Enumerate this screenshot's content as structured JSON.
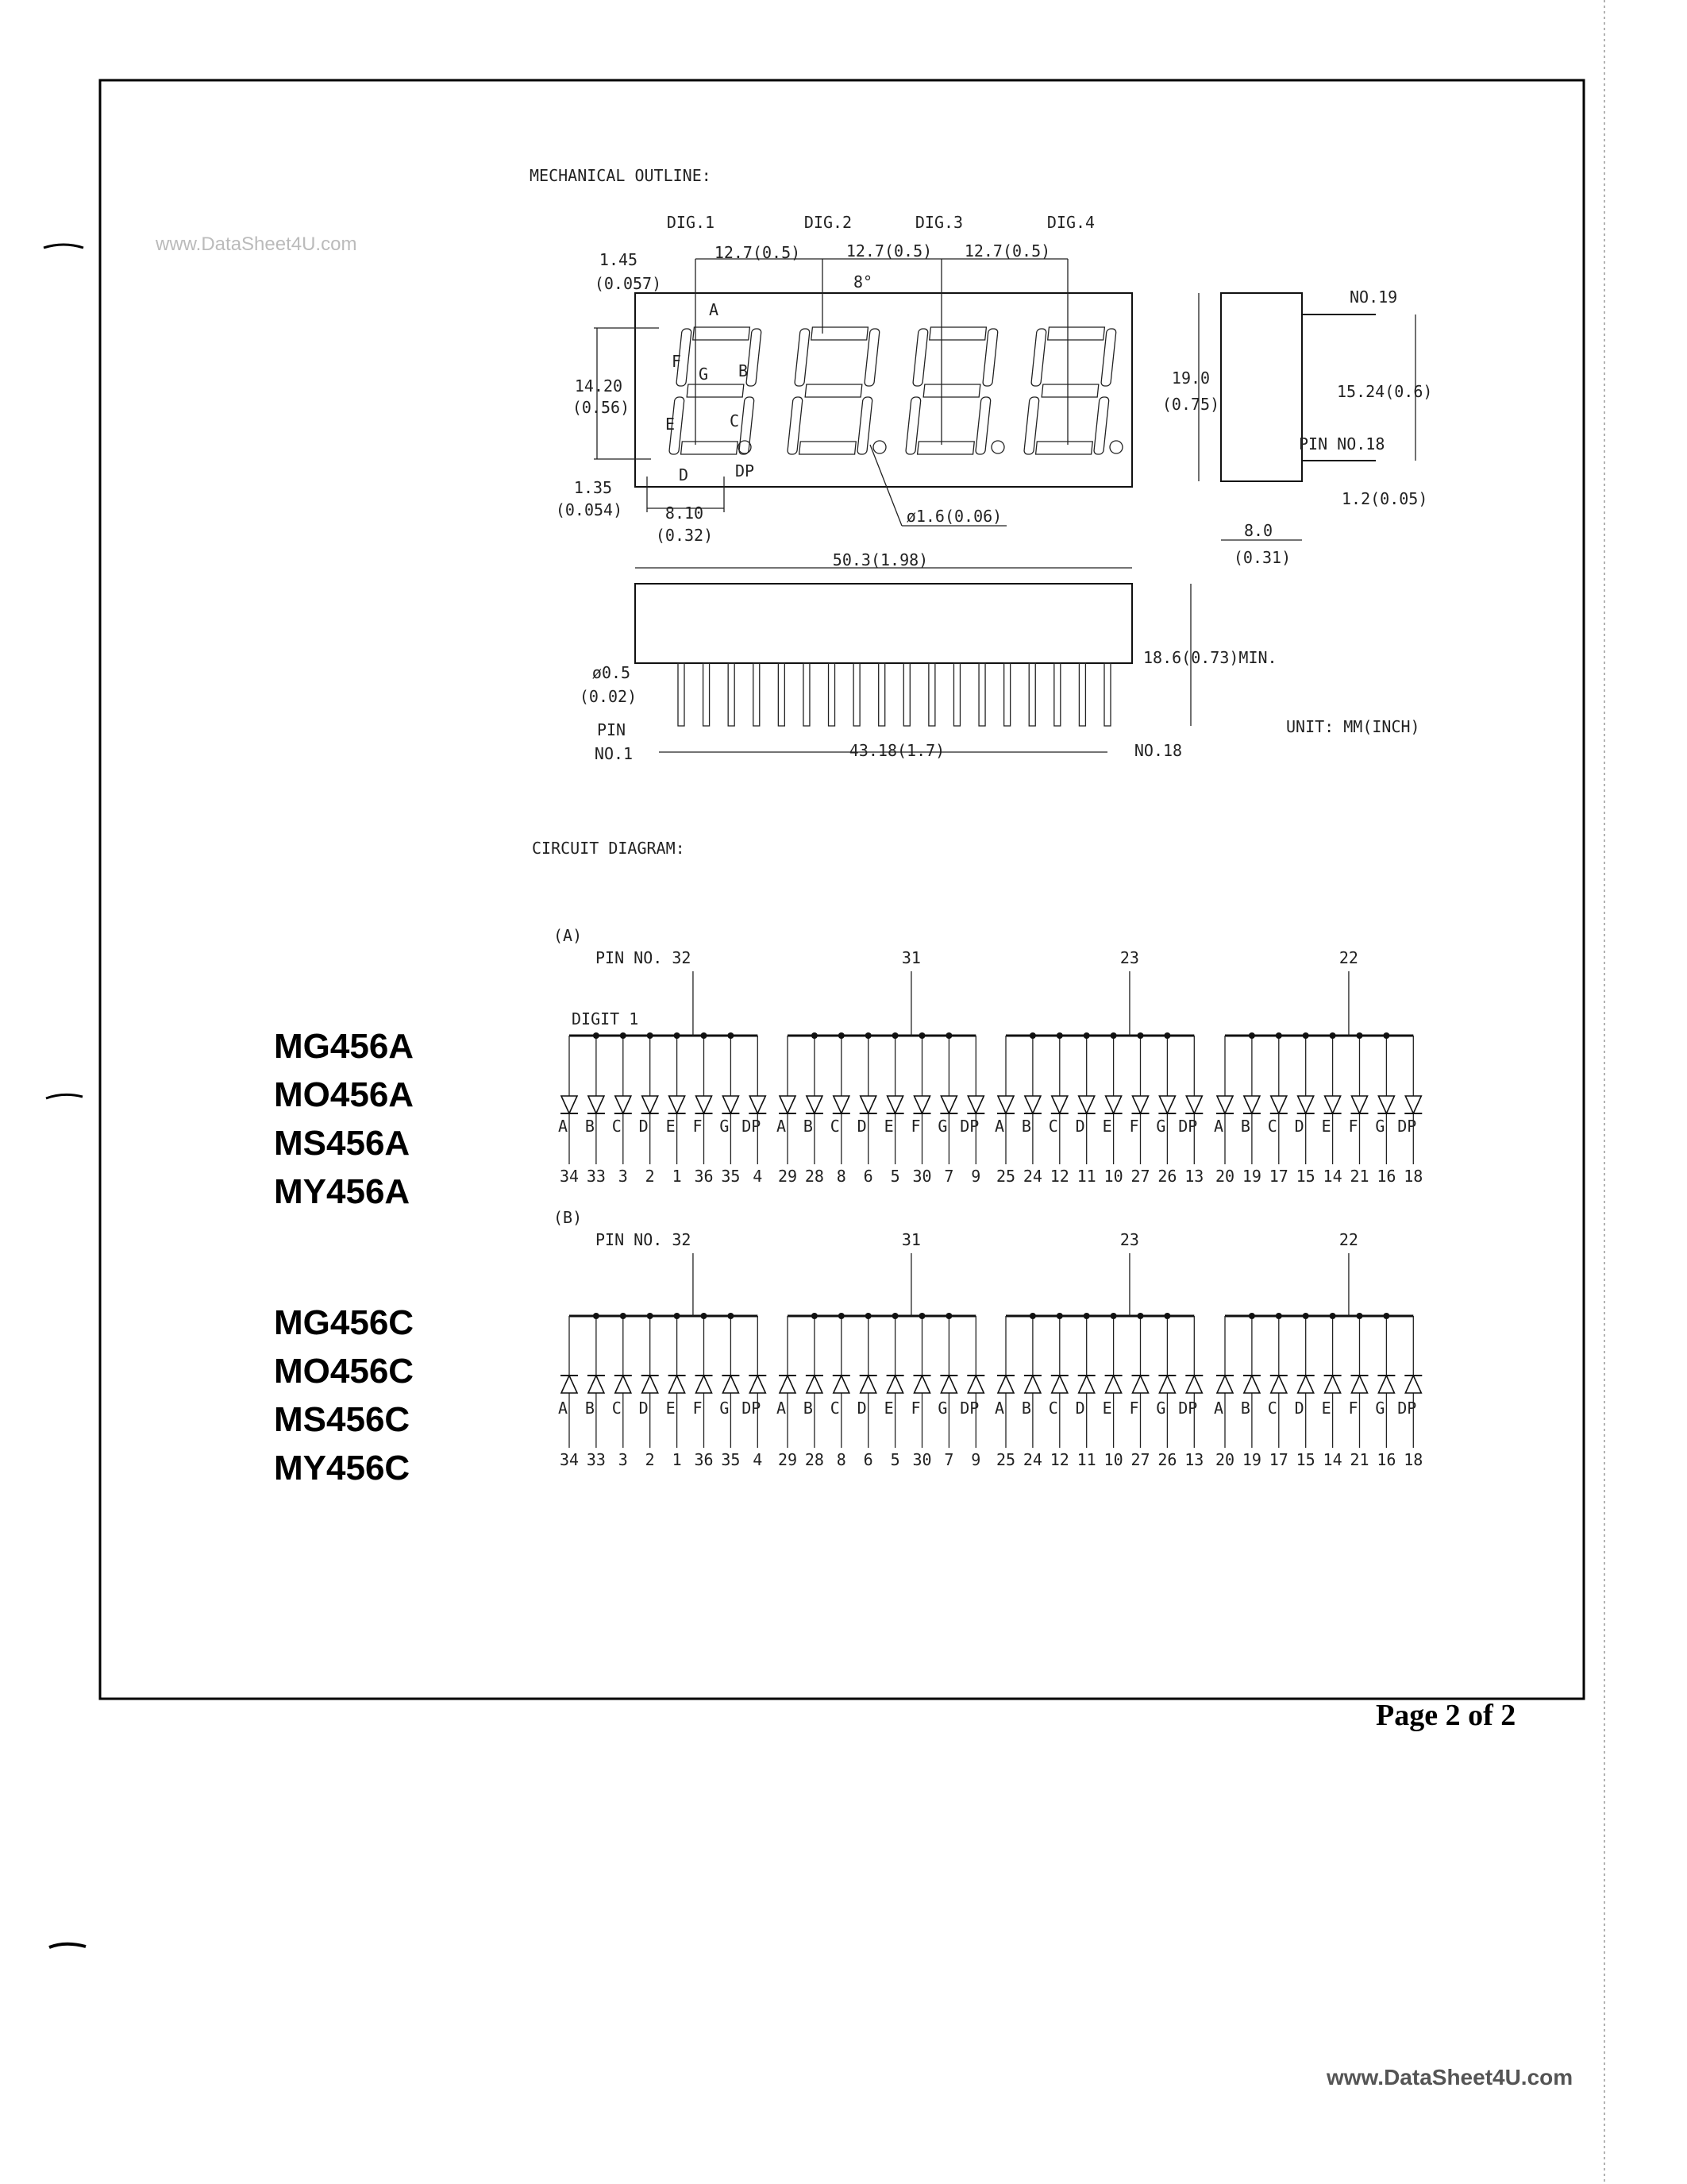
{
  "watermark_top": "www.DataSheet4U.com",
  "watermark_bottom": "www.DataSheet4U.com",
  "page_label": "Page 2 of 2",
  "models_a": [
    "MG456A",
    "MO456A",
    "MS456A",
    "MY456A"
  ],
  "models_c": [
    "MG456C",
    "MO456C",
    "MS456C",
    "MY456C"
  ],
  "mechanical": {
    "title": "MECHANICAL OUTLINE:",
    "digits": [
      "DIG.1",
      "DIG.2",
      "DIG.3",
      "DIG.4"
    ],
    "pitch": [
      "12.7(0.5)",
      "12.7(0.5)",
      "12.7(0.5)"
    ],
    "dim_145": "1.45",
    "dim_145_in": "(0.057)",
    "angle": "8°",
    "segments": {
      "a": "A",
      "f": "F",
      "g": "G",
      "b": "B",
      "e": "E",
      "c": "C",
      "d": "D",
      "dp": "DP"
    },
    "dim_1420": "14.20",
    "dim_1420_in": "(0.56)",
    "dim_135": "1.35",
    "dim_135_in": "(0.054)",
    "dim_810": "8.10",
    "dim_810_in": "(0.32)",
    "dp_dia": "ø1.6(0.06)",
    "height": "19.0",
    "height_in": "(0.75)",
    "pin19": "NO.19",
    "pin_span": "15.24(0.6)",
    "pin18": "PIN NO.18",
    "pin_thick": "1.2(0.05)",
    "depth": "8.0",
    "depth_in": "(0.31)",
    "width": "50.3(1.98)",
    "pin_len": "18.6(0.73)MIN.",
    "pin_dia": "ø0.5",
    "pin_dia_in": "(0.02)",
    "pin1_a": "PIN",
    "pin1_b": "NO.1",
    "pin_row": "43.18(1.7)",
    "pin18_bottom": "NO.18",
    "unit": "UNIT: MM(INCH)"
  },
  "circuit": {
    "title": "CIRCUIT DIAGRAM:",
    "digit1_label": "DIGIT 1",
    "segment_labels": [
      "A",
      "B",
      "C",
      "D",
      "E",
      "F",
      "G",
      "DP"
    ],
    "variants": [
      {
        "label": "(A)",
        "diode_direction": "down",
        "common_pins": [
          "PIN NO. 32",
          "31",
          "23",
          "22"
        ],
        "segment_pins": [
          [
            "34",
            "33",
            "3",
            "2",
            "1",
            "36",
            "35",
            "4"
          ],
          [
            "29",
            "28",
            "8",
            "6",
            "5",
            "30",
            "7",
            "9"
          ],
          [
            "25",
            "24",
            "12",
            "11",
            "10",
            "27",
            "26",
            "13"
          ],
          [
            "20",
            "19",
            "17",
            "15",
            "14",
            "21",
            "16",
            "18"
          ]
        ]
      },
      {
        "label": "(B)",
        "diode_direction": "up",
        "common_pins": [
          "PIN NO. 32",
          "31",
          "23",
          "22"
        ],
        "segment_pins": [
          [
            "34",
            "33",
            "3",
            "2",
            "1",
            "36",
            "35",
            "4"
          ],
          [
            "29",
            "28",
            "8",
            "6",
            "5",
            "30",
            "7",
            "9"
          ],
          [
            "25",
            "24",
            "12",
            "11",
            "10",
            "27",
            "26",
            "13"
          ],
          [
            "20",
            "19",
            "17",
            "15",
            "14",
            "21",
            "16",
            "18"
          ]
        ]
      }
    ]
  }
}
